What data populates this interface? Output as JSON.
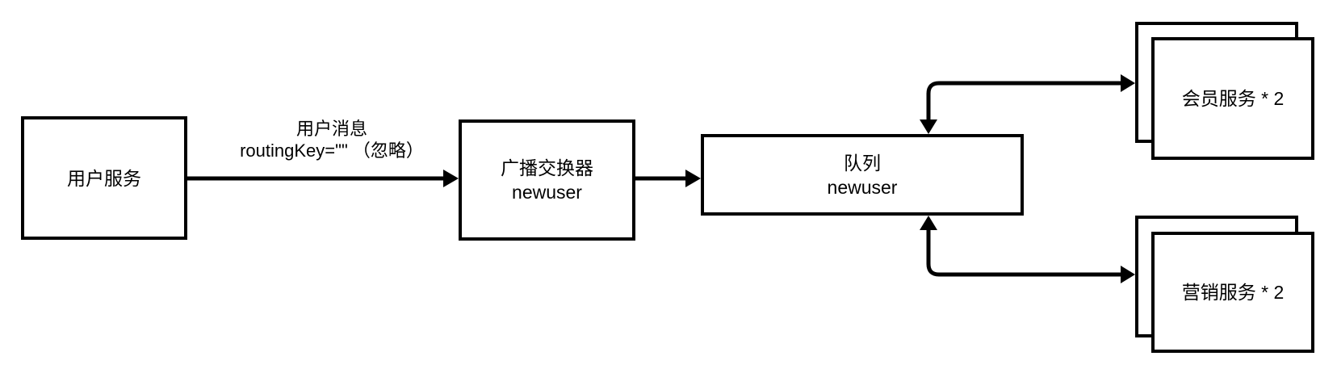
{
  "diagram": {
    "background": "#ffffff",
    "stroke_color": "#000000",
    "nodes": {
      "user_service": {
        "label": "用户服务"
      },
      "exchange": {
        "line1": "广播交换器",
        "line2": "newuser"
      },
      "queue": {
        "line1": "队列",
        "line2": "newuser"
      },
      "member_service": {
        "label": "会员服务 * 2"
      },
      "marketing_service": {
        "label": "营销服务 * 2"
      }
    },
    "edge_labels": {
      "publish": {
        "line1": "用户消息",
        "line2": "routingKey=\"\" （忽略）"
      }
    }
  }
}
